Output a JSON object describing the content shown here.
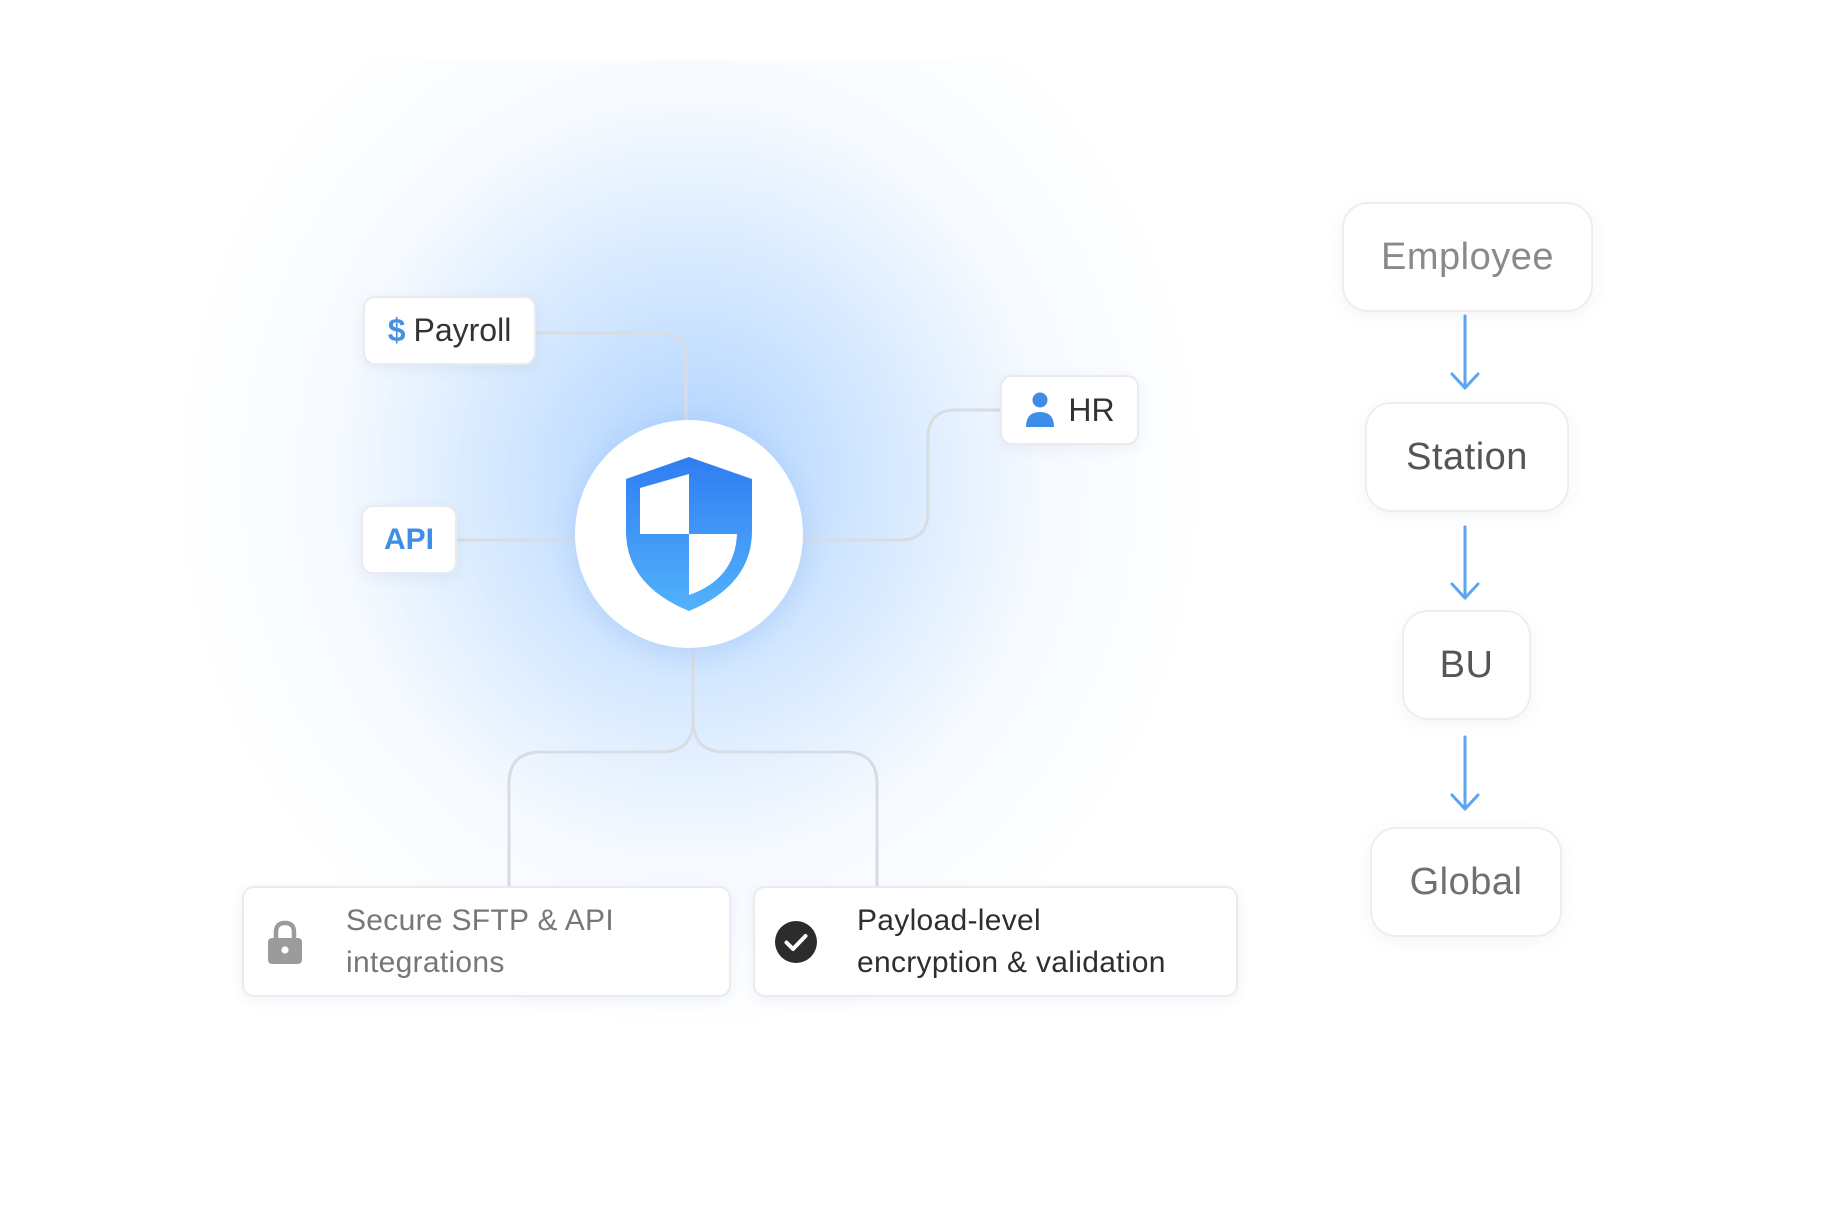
{
  "hub": {
    "icon": "shield-icon",
    "accent": "#3e8de8"
  },
  "sources": {
    "payroll": {
      "label": "Payroll",
      "icon_glyph": "$",
      "icon": "dollar-icon"
    },
    "hr": {
      "label": "HR",
      "icon": "person-icon"
    },
    "api": {
      "label": "API"
    }
  },
  "features": [
    {
      "icon": "lock-icon",
      "line1": "Secure SFTP & API",
      "line2": "integrations"
    },
    {
      "icon": "check-circle-icon",
      "line1": "Payload-level",
      "line2": "encryption & validation"
    }
  ],
  "hierarchy": {
    "levels": [
      "Employee",
      "Station",
      "BU",
      "Global"
    ],
    "arrow_color": "#5aa6f5"
  }
}
